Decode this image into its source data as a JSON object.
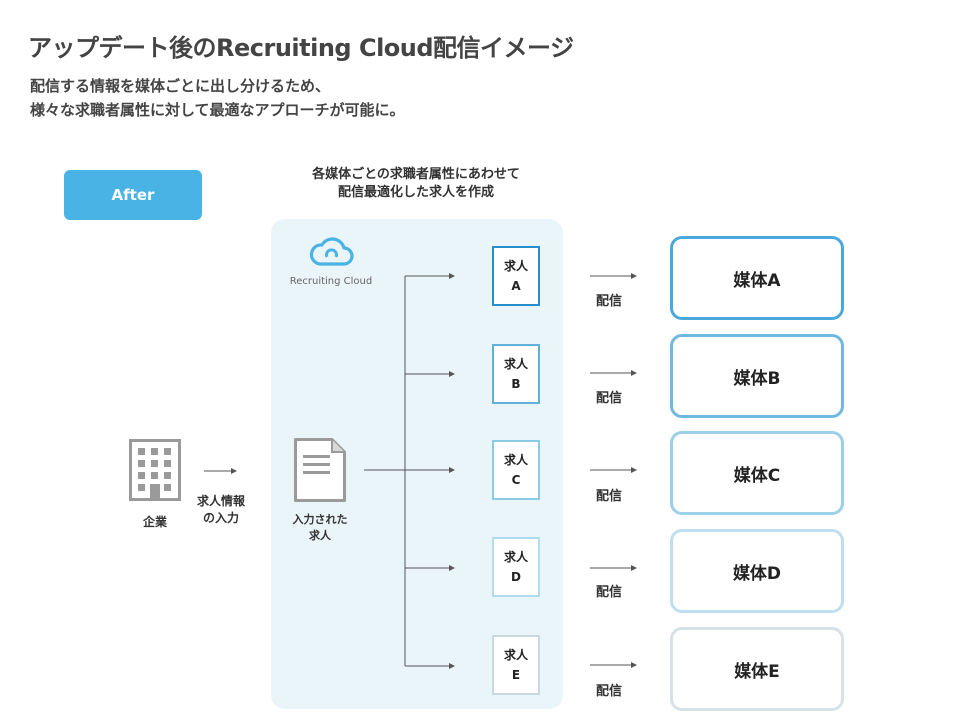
{
  "header": {
    "title": "アップデート後のRecruiting Cloud配信イメージ",
    "subtitle_line1": "配信する情報を媒体ごとに出し分けるため、",
    "subtitle_line2": "様々な求職者属性に対して最適なアプローチが可能に。"
  },
  "badge": {
    "label": "After",
    "color": "#4ab3e6"
  },
  "panel": {
    "caption_line1": "各媒体ごとの求職者属性にあわせて",
    "caption_line2": "配信最適化した求人を作成",
    "logo_text": "Recruiting Cloud",
    "background": "#eaf5f9"
  },
  "left": {
    "company_label": "企業",
    "input_line1": "求人情報",
    "input_line2": "の入力",
    "doc_line1": "入力された",
    "doc_line2": "求人"
  },
  "jobs": [
    {
      "line1": "求人",
      "line2": "A",
      "color": "#2a8fcf"
    },
    {
      "line1": "求人",
      "line2": "B",
      "color": "#62b1dc"
    },
    {
      "line1": "求人",
      "line2": "C",
      "color": "#8ccbe6"
    },
    {
      "line1": "求人",
      "line2": "D",
      "color": "#b0dcef"
    },
    {
      "line1": "求人",
      "line2": "E",
      "color": "#c8d9e0"
    }
  ],
  "delivery_label": "配信",
  "media": [
    {
      "label": "媒体A",
      "color": "#4aa9dc"
    },
    {
      "label": "媒体B",
      "color": "#6fb9e0"
    },
    {
      "label": "媒体C",
      "color": "#9ccfe8"
    },
    {
      "label": "媒体D",
      "color": "#bfdfee"
    },
    {
      "label": "媒体E",
      "color": "#d5e2e7"
    }
  ]
}
